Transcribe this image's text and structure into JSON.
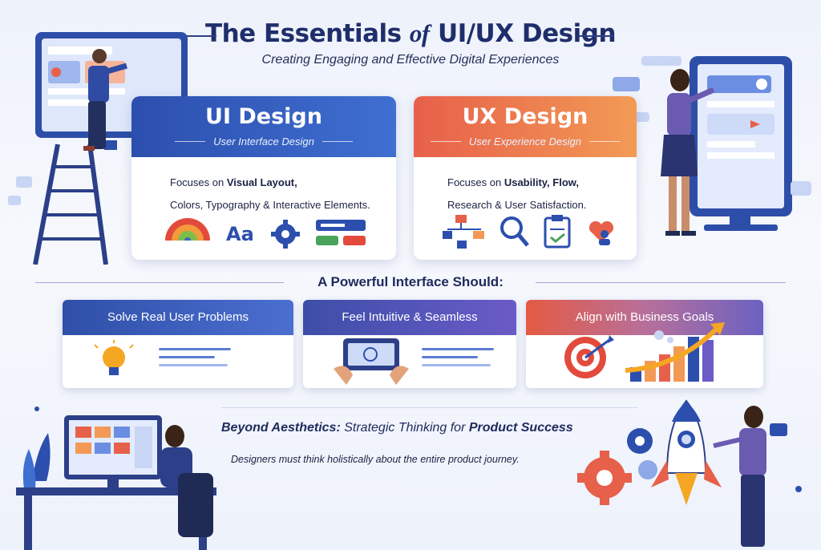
{
  "header": {
    "title_part1": "The Essentials",
    "title_of": "of",
    "title_part2": "UI/UX Design",
    "subtitle": "Creating Engaging and Effective Digital Experiences"
  },
  "ui_card": {
    "title": "UI Design",
    "subtitle": "User Interface Design",
    "line1_pre": "Focuses on ",
    "line1_bold": "Visual Layout,",
    "line2": "Colors, Typography & Interactive Elements.",
    "icon_text": "Aa"
  },
  "ux_card": {
    "title": "UX Design",
    "subtitle": "User Experience Design",
    "line1_pre": "Focuses on ",
    "line1_bold": "Usability, Flow,",
    "line2": "Research & User Satisfaction."
  },
  "section": {
    "heading": "A Powerful Interface Should:"
  },
  "goals": [
    {
      "label": "Solve Real User Problems"
    },
    {
      "label": "Feel Intuitive & Seamless"
    },
    {
      "label": "Align with Business Goals"
    }
  ],
  "footer": {
    "beyond_b1": "Beyond Aesthetics:",
    "beyond_mid": " Strategic Thinking for ",
    "beyond_b2": "Product Success",
    "journey": "Designers must think holistically about the entire product journey."
  },
  "colors": {
    "ui_blue": "#2c4fae",
    "ux_orange": "#e7604a",
    "navy_text": "#1f2e6b"
  },
  "icons": [
    "color-swatch-icon",
    "typography-icon",
    "gear-icon",
    "button-ui-icon",
    "flowchart-icon",
    "magnifier-icon",
    "clipboard-icon",
    "heart-user-icon",
    "lightbulb-icon",
    "tablet-touch-icon",
    "target-icon",
    "growth-chart-icon",
    "rocket-icon"
  ]
}
